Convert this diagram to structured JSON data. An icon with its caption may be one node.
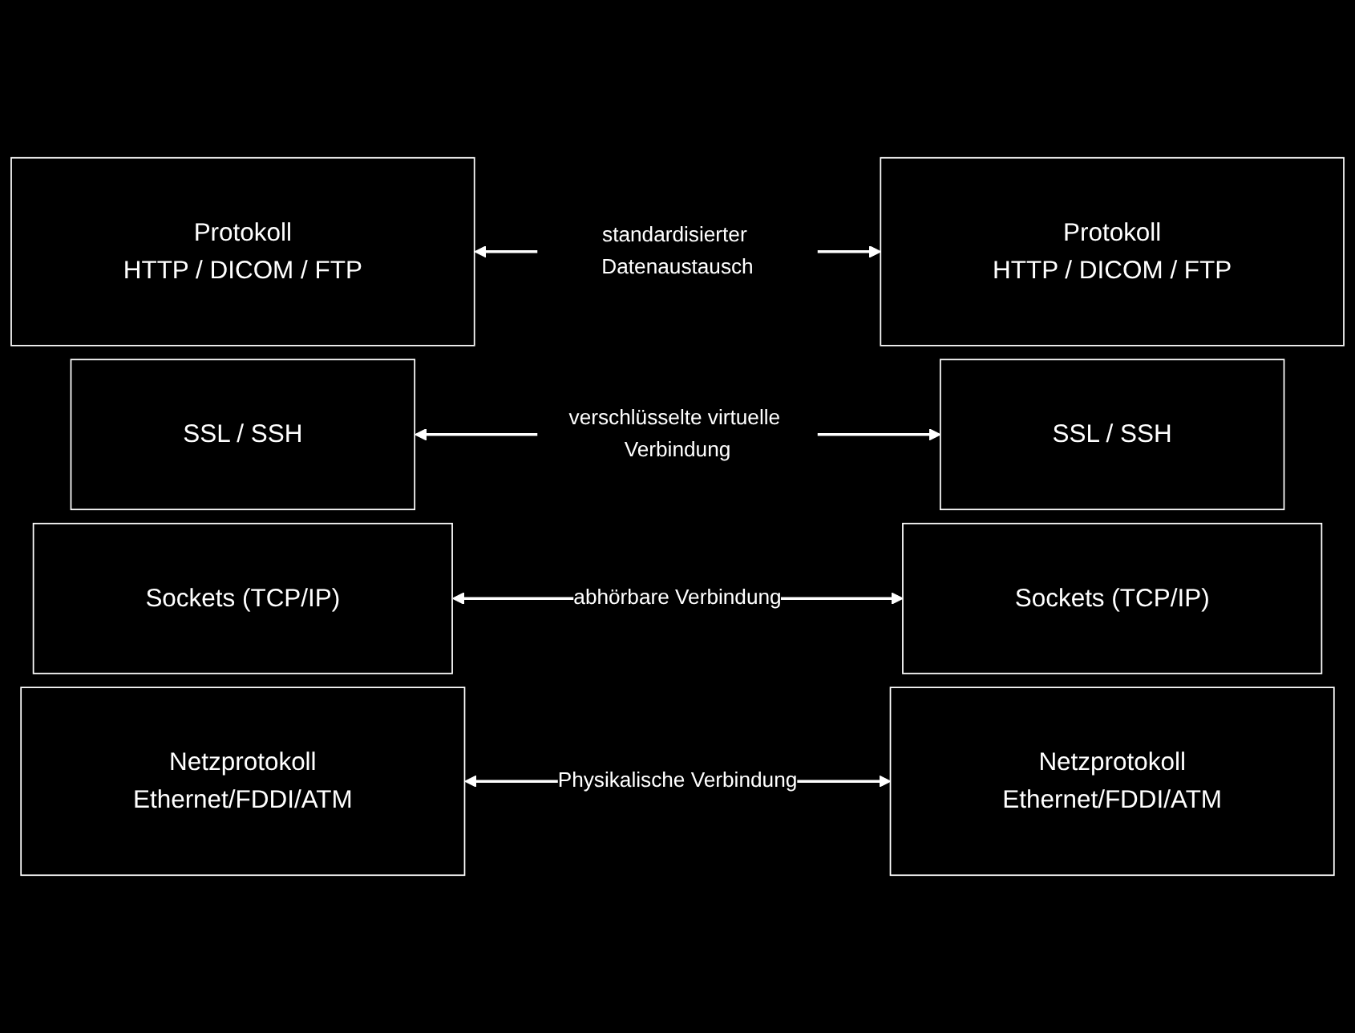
{
  "diagram": {
    "nodes": [
      {
        "text": [
          "Protokoll",
          "HTTP / DICOM / FTP"
        ]
      },
      {
        "text": [
          "Protokoll",
          "HTTP / DICOM / FTP"
        ]
      },
      {
        "text": [
          "SSL / SSH"
        ]
      },
      {
        "text": [
          "SSL / SSH"
        ]
      },
      {
        "text": [
          "Sockets (TCP/IP)"
        ]
      },
      {
        "text": [
          "Sockets (TCP/IP)"
        ]
      },
      {
        "text": [
          "Netzprotokoll",
          "Ethernet/FDDI/ATM"
        ]
      },
      {
        "text": [
          "Netzprotokoll",
          "Ethernet/FDDI/ATM"
        ]
      }
    ],
    "edges": [
      {
        "from": 0,
        "to": 1,
        "arrow": "both",
        "label": "standardisierter Datenaustausch"
      },
      {
        "from": 2,
        "to": 3,
        "arrow": "both",
        "label": "verschlüsselte virtuelle Verbindung"
      },
      {
        "from": 4,
        "to": 5,
        "arrow": "both",
        "label": "abhörbare Verbindung"
      },
      {
        "from": 6,
        "to": 7,
        "arrow": "both",
        "label": "Physikalische Verbindung"
      }
    ]
  }
}
